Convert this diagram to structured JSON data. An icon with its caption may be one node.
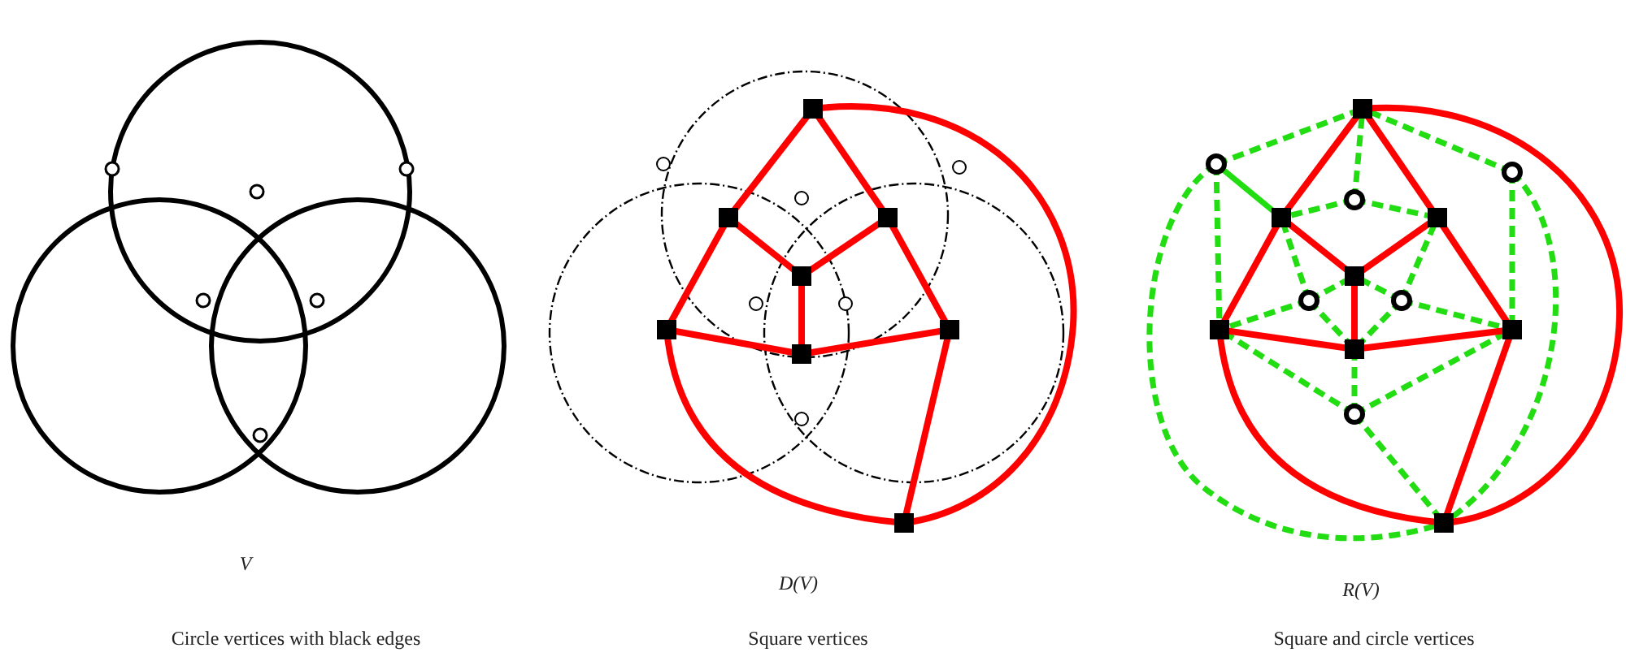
{
  "diagram": {
    "labels": [
      "V",
      "D(V)",
      "R(V)",
      "Circle vertices with black edges",
      "Square vertices",
      "Square and circle vertices"
    ]
  }
}
